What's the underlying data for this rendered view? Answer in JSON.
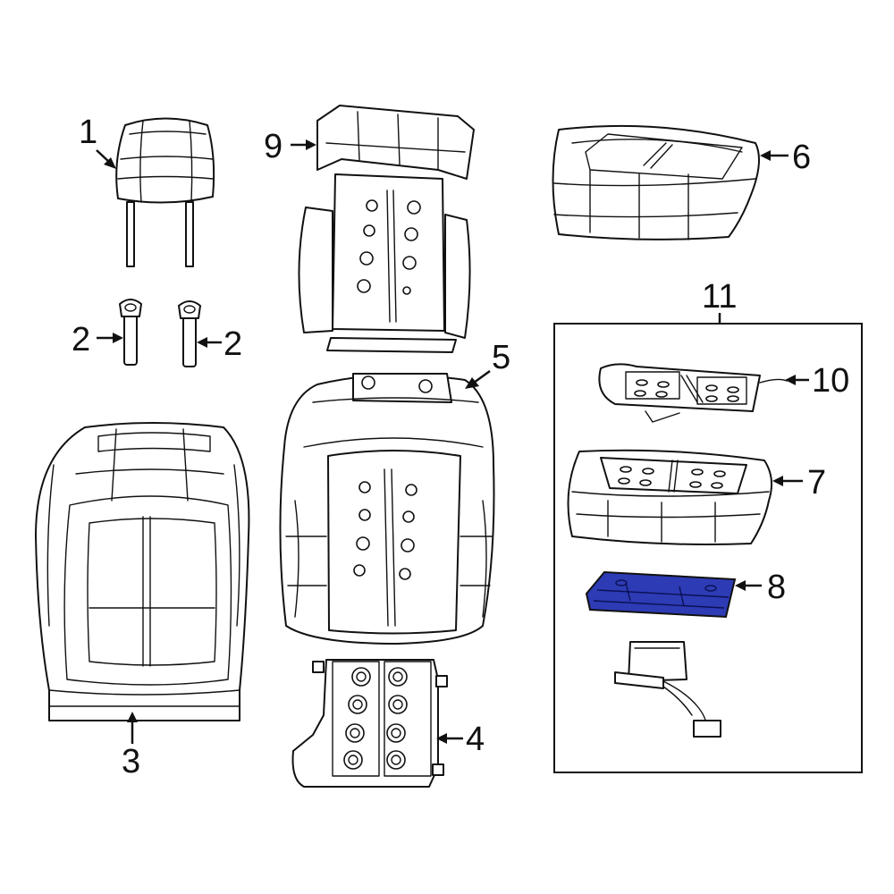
{
  "labels": {
    "headrest": "1",
    "guide_left": "2",
    "guide_right": "2",
    "seatback_cover": "3",
    "lumbar_panel": "4",
    "seatback_pad": "5",
    "cushion_cover": "6",
    "cushion_pad": "7",
    "heater_element": "8",
    "seatback_heater": "9",
    "cushion_heater": "10",
    "kit_group": "11"
  },
  "colors": {
    "highlight": "#2d3bb5",
    "line": "#111111",
    "background": "#ffffff"
  }
}
